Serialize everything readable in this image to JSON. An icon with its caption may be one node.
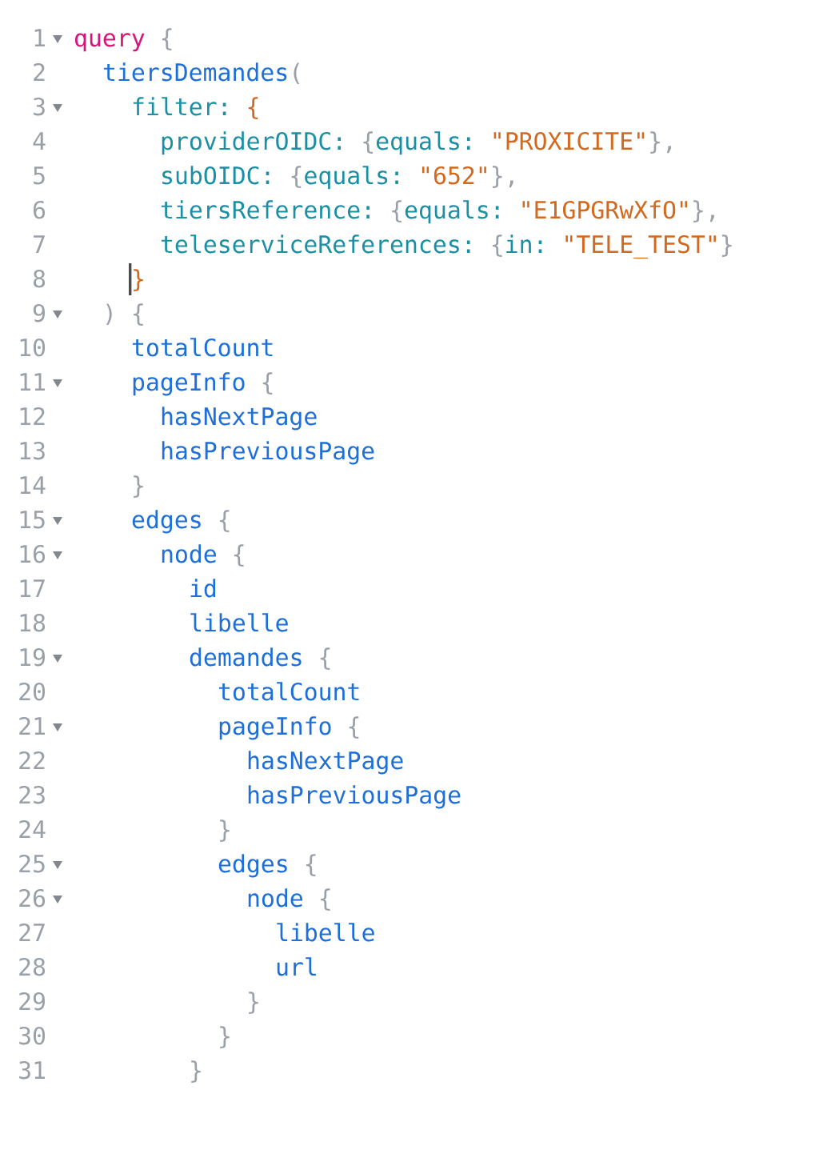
{
  "diagram": {
    "labels": [
      "1",
      "query",
      "{",
      "2",
      "tiersDemandes",
      "(",
      "3",
      "filter:",
      "{",
      "4",
      "providerOIDC:",
      "{",
      "equals:",
      "\"PROXICITE\"",
      "},",
      "5",
      "subOIDC:",
      "{",
      "equals:",
      "\"652\"",
      "},",
      "6",
      "tiersReference:",
      "{",
      "equals:",
      "\"E1GPGRwXfO\"",
      "},",
      "7",
      "teleserviceReferences:",
      "{",
      "in:",
      "\"TELE_TEST\"",
      "}",
      "8",
      "}",
      "9",
      ") {",
      "10",
      "totalCount",
      "11",
      "pageInfo",
      "{",
      "12",
      "hasNextPage",
      "13",
      "hasPreviousPage",
      "14",
      "}",
      "15",
      "edges",
      "{",
      "16",
      "node",
      "{",
      "17",
      "id",
      "18",
      "libelle",
      "19",
      "demandes",
      "{",
      "20",
      "totalCount",
      "21",
      "pageInfo",
      "{",
      "22",
      "hasNextPage",
      "23",
      "hasPreviousPage",
      "24",
      "}",
      "25",
      "edges",
      "{",
      "26",
      "node",
      "{",
      "27",
      "libelle",
      "28",
      "url",
      "29",
      "}",
      "30",
      "}",
      "31",
      "}"
    ]
  }
}
